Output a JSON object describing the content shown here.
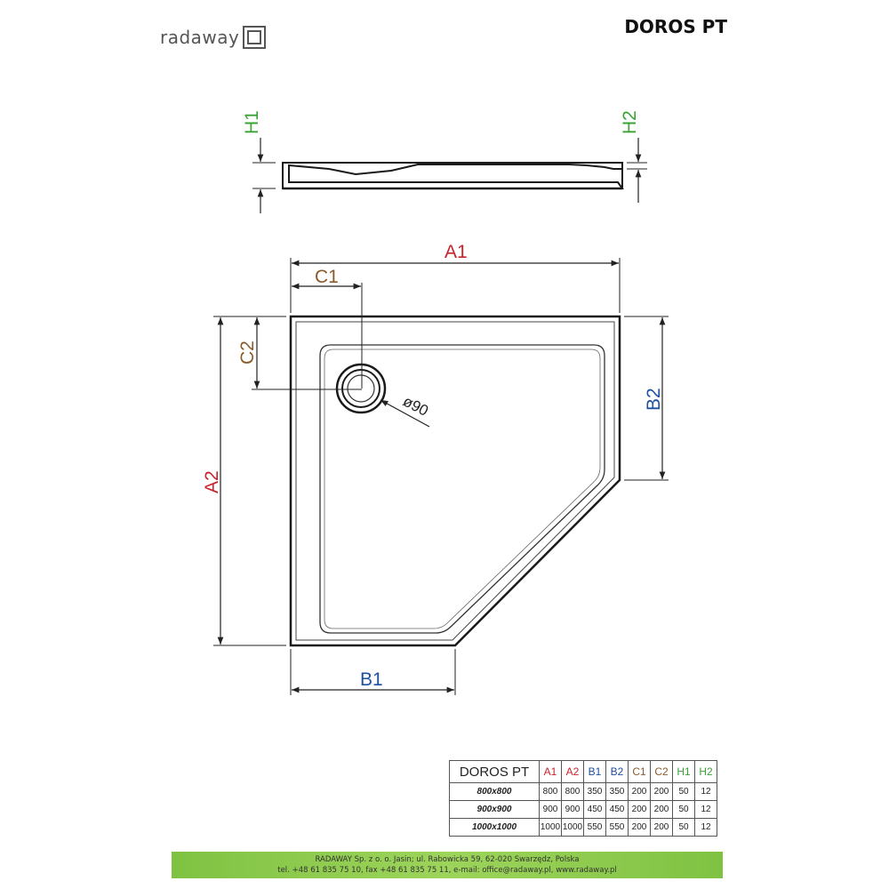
{
  "header": {
    "brand_name": "radaway",
    "brand_logo": "radaway-square-logo",
    "product_title": "DOROS PT"
  },
  "drawing": {
    "labels": {
      "h1": "H1",
      "h2": "H2",
      "a1": "A1",
      "a2": "A2",
      "b1": "B1",
      "b2": "B2",
      "c1": "C1",
      "c2": "C2",
      "drain": "ø90"
    },
    "colors": {
      "a": "#c8232a",
      "b": "#1e4fa0",
      "c": "#8b5a2b",
      "h": "#3aa335",
      "outline": "#1a1a1a"
    }
  },
  "spec_table": {
    "model": "DOROS PT",
    "columns": [
      "A1",
      "A2",
      "B1",
      "B2",
      "C1",
      "C2",
      "H1",
      "H2"
    ],
    "rows": [
      {
        "size": "800x800",
        "values": [
          "800",
          "800",
          "350",
          "350",
          "200",
          "200",
          "50",
          "12"
        ]
      },
      {
        "size": "900x900",
        "values": [
          "900",
          "900",
          "450",
          "450",
          "200",
          "200",
          "50",
          "12"
        ]
      },
      {
        "size": "1000x1000",
        "values": [
          "1000",
          "1000",
          "550",
          "550",
          "200",
          "200",
          "50",
          "12"
        ]
      }
    ]
  },
  "footer": {
    "line1": "RADAWAY Sp. z o. o. Jasin; ul. Rabowicka 59, 62-020 Swarzędz, Polska",
    "line2": "tel. +48 61 835 75 10, fax +48 61 835 75 11, e-mail: office@radaway.pl, www.radaway.pl"
  }
}
